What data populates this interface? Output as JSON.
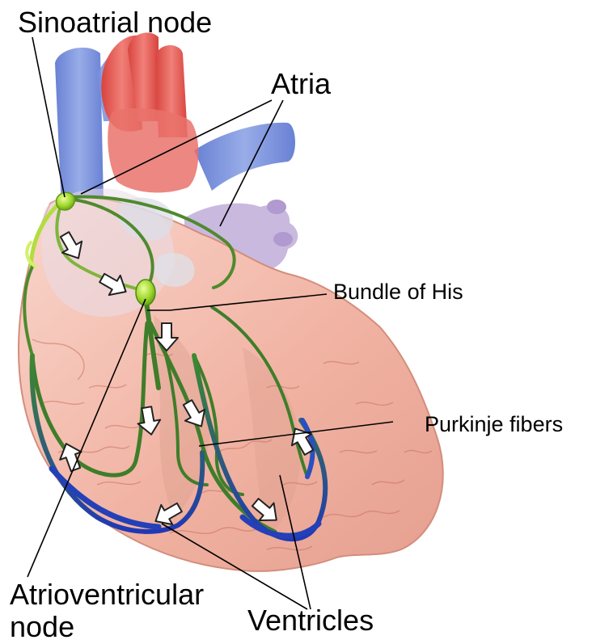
{
  "labels": {
    "sinoatrial_node": "Sinoatrial node",
    "atria": "Atria",
    "bundle_of_his": "Bundle of His",
    "purkinje_fibers": "Purkinje fibers",
    "atrioventricular_node_line1": "Atrioventricular",
    "atrioventricular_node_line2": "node",
    "ventricles": "Ventricles"
  },
  "colors": {
    "heart_muscle": "#f3b5a6",
    "muscle_texture": "#cf7a67",
    "aorta": "#e5524b",
    "vena_cava": "#6f88d8",
    "pulmonary_veins": "#b7a1d2",
    "conduction_fiber": "#3f7d2a",
    "nodes": "#9bd72b",
    "purkinje_blue": "#2440b8",
    "arrow_fill": "#ffffff",
    "leader_lines": "#000000"
  },
  "icons": {
    "conduction_arrow": "white-block-arrow-icon"
  }
}
